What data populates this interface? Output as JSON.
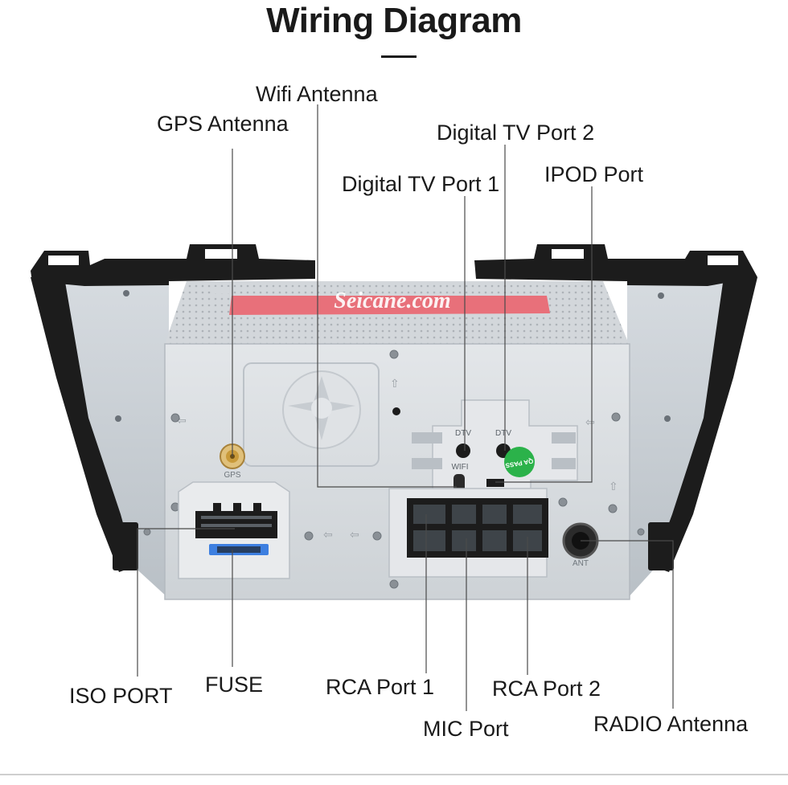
{
  "header": {
    "title": "Wiring Diagram"
  },
  "watermark": "Seicane.com",
  "labels": {
    "wifi_antenna": "Wifi Antenna",
    "gps_antenna": "GPS Antenna",
    "digital_tv_port_2": "Digital TV Port 2",
    "digital_tv_port_1": "Digital TV Port 1",
    "ipod_port": "IPOD Port",
    "iso_port": "ISO PORT",
    "fuse": "FUSE",
    "rca_port_1": "RCA Port 1",
    "rca_port_2": "RCA Port 2",
    "mic_port": "MIC Port",
    "radio_antenna": "RADIO Antenna"
  },
  "unit_markings": {
    "gps": "GPS",
    "dtv_1": "DTV",
    "dtv_2": "DTV",
    "wifi": "WIFI",
    "ant": "ANT",
    "qa_pass": "QA PASS"
  },
  "colors": {
    "chassis": "#d9dde1",
    "bracket": "#1c1c1c",
    "side_panel": "#c9ced3",
    "sticker": "#e8707a",
    "qa_sticker": "#2bb24a",
    "fuse_blue": "#3d7fe0",
    "gold": "#c99a3a"
  }
}
